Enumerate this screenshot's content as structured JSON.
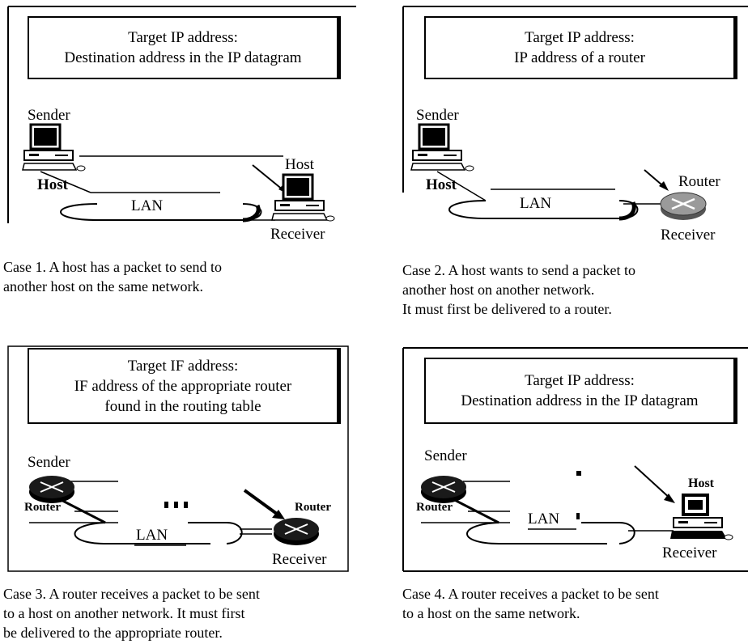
{
  "case1": {
    "box_line1": "Target IP address:",
    "box_line2": "Destination address in the IP datagram",
    "sender": "Sender",
    "sender_host": "Host",
    "host": "Host",
    "lan": "LAN",
    "receiver": "Receiver",
    "caption_line1": "Case 1. A host has a packet to send to",
    "caption_line2": "another host on the same network."
  },
  "case2": {
    "box_line1": "Target IP address:",
    "box_line2": "IP address of a router",
    "sender": "Sender",
    "sender_host": "Host",
    "router": "Router",
    "lan": "LAN",
    "receiver": "Receiver",
    "caption_line1": "Case 2. A host wants to send a packet to",
    "caption_line2": "another host on another network.",
    "caption_line3": "It must first be delivered to a router."
  },
  "case3": {
    "box_line1": "Target IF address:",
    "box_line2": "IF address of the appropriate router",
    "box_line3": "found in the routing table",
    "sender": "Sender",
    "sender_router": "Router",
    "router": "Router",
    "lan": "LAN",
    "receiver": "Receiver",
    "caption_line1": "Case 3. A router receives a packet to be sent",
    "caption_line2": "to a host on another network. It must first",
    "caption_line3": "be delivered to the appropriate router."
  },
  "case4": {
    "box_line1": "Target IP address:",
    "box_line2": "Destination address in the IP datagram",
    "sender": "Sender",
    "sender_router": "Router",
    "host": "Host",
    "lan": "LAN",
    "receiver": "Receiver",
    "caption_line1": "Case 4. A router receives a packet to be sent",
    "caption_line2": "to a host on the same network."
  },
  "colors": {
    "ink": "#000000",
    "router_body": "#1a1a1a",
    "router_light": "#9a9a9a",
    "screen": "#ffffff"
  },
  "icons": [
    "computer-icon",
    "router-icon"
  ]
}
